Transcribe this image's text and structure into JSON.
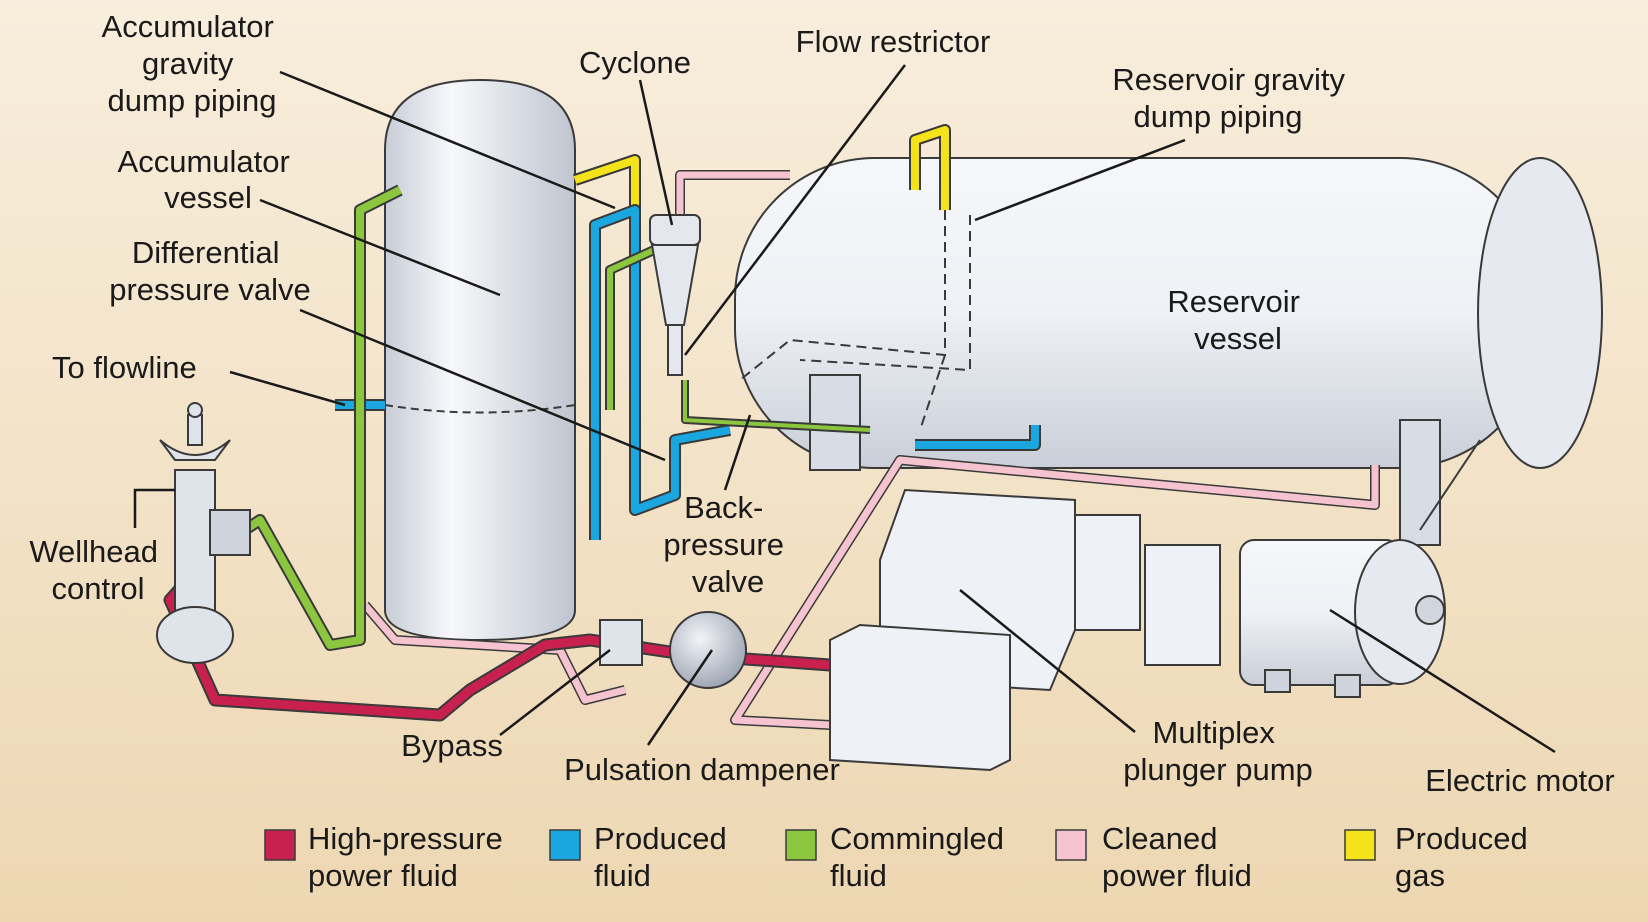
{
  "labels": {
    "accumulator_piping": [
      "Accumulator",
      "gravity",
      "dump piping"
    ],
    "accumulator_vessel": [
      "Accumulator",
      "vessel"
    ],
    "differential_valve": [
      "Differential",
      "pressure valve"
    ],
    "to_flowline": [
      "To flowline"
    ],
    "wellhead_control": [
      "Wellhead",
      "control"
    ],
    "cyclone": [
      "Cyclone"
    ],
    "flow_restrictor": [
      "Flow restrictor"
    ],
    "reservoir_piping": [
      "Reservoir gravity",
      "dump piping"
    ],
    "reservoir_vessel": [
      "Reservoir",
      "vessel"
    ],
    "backpressure_valve": [
      "Back-",
      "pressure",
      "valve"
    ],
    "bypass": [
      "Bypass"
    ],
    "pulsation_dampener": [
      "Pulsation dampener"
    ],
    "multiplex_pump": [
      "Multiplex",
      "plunger pump"
    ],
    "electric_motor": [
      "Electric motor"
    ]
  },
  "legend": [
    {
      "lines": [
        "High-pressure",
        "power fluid"
      ],
      "color": "#c8204f"
    },
    {
      "lines": [
        "Produced",
        "fluid"
      ],
      "color": "#1aa7e0"
    },
    {
      "lines": [
        "Commingled",
        "fluid"
      ],
      "color": "#8cc63e"
    },
    {
      "lines": [
        "Cleaned",
        "power fluid"
      ],
      "color": "#f6c3d1"
    },
    {
      "lines": [
        "Produced",
        "gas"
      ],
      "color": "#f4e31a"
    }
  ],
  "colors": {
    "background_top": "#f8eedd",
    "background_bottom": "#edd7b2",
    "equipment_fill": "#eef1f6",
    "outline": "#3a3a3a"
  }
}
